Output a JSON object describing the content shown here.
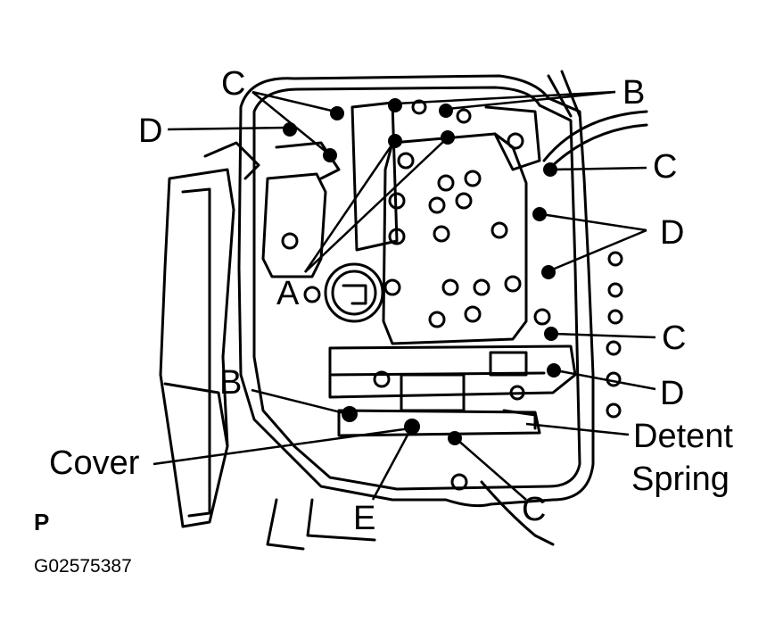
{
  "callouts": {
    "c_top_left": "C",
    "d_top_left": "D",
    "b_top_right": "B",
    "c_right_upper": "C",
    "d_right_upper": "D",
    "a_center": "A",
    "c_right_middle": "C",
    "d_right_lower": "D",
    "b_left_lower": "B",
    "cover": "Cover",
    "detent_spring_line1": "Detent",
    "detent_spring_line2": "Spring",
    "e_bottom": "E",
    "c_bottom": "C"
  },
  "view_letter": "P",
  "figure_id": "G02575387"
}
